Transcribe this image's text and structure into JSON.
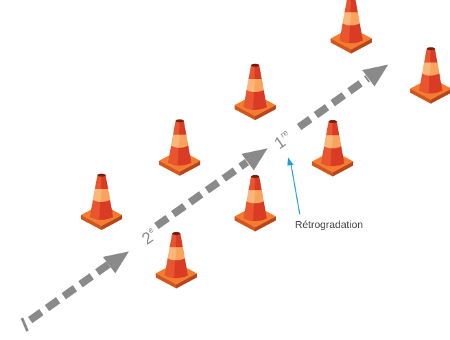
{
  "labels": {
    "first_gear": "1",
    "first_gear_suffix": "re",
    "second_gear": "2",
    "second_gear_suffix": "e",
    "callout": "Rétrogradation"
  },
  "colors": {
    "arrow": "#8a8a8a",
    "cone_orange": "#f47c30",
    "cone_red": "#d93b25",
    "cone_light": "#f9a35d",
    "cone_shadow": "#e4e4e4",
    "callout_line": "#1ea0d8",
    "label_text": "#8c8c8c"
  },
  "icons": {
    "cone": "traffic-cone-icon",
    "arrow": "dashed-arrow-icon"
  }
}
